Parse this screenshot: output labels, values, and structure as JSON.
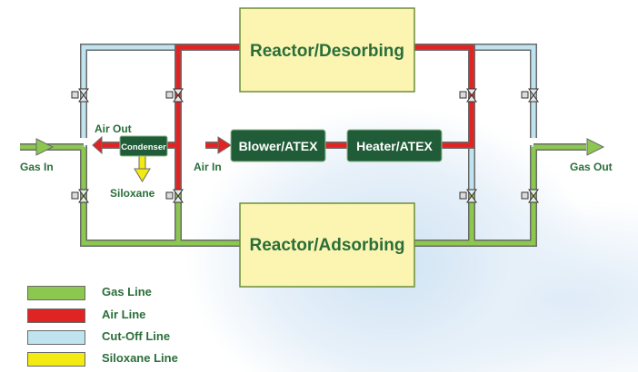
{
  "colors": {
    "gas_line": "#8cc750",
    "air_line": "#e02424",
    "cutoff_line": "#bfe3ef",
    "siloxane_line": "#f2ea10",
    "box_fill": "#fbf5b1",
    "unit_fill": "#1f5c37",
    "text_green": "#2a6e3a"
  },
  "boxes": {
    "reactor_desorbing": "Reactor/Desorbing",
    "reactor_adsorbing": "Reactor/Adsorbing",
    "blower": "Blower/ATEX",
    "heater": "Heater/ATEX",
    "condenser": "Condenser"
  },
  "labels": {
    "gas_in": "Gas In",
    "gas_out": "Gas Out",
    "air_out": "Air Out",
    "air_in": "Air In",
    "siloxane": "Siloxane"
  },
  "legend": [
    {
      "label": "Gas Line",
      "color": "#8cc750"
    },
    {
      "label": "Air Line",
      "color": "#e02424"
    },
    {
      "label": "Cut-Off Line",
      "color": "#bfe3ef"
    },
    {
      "label": "Siloxane Line",
      "color": "#f2ea10"
    }
  ]
}
